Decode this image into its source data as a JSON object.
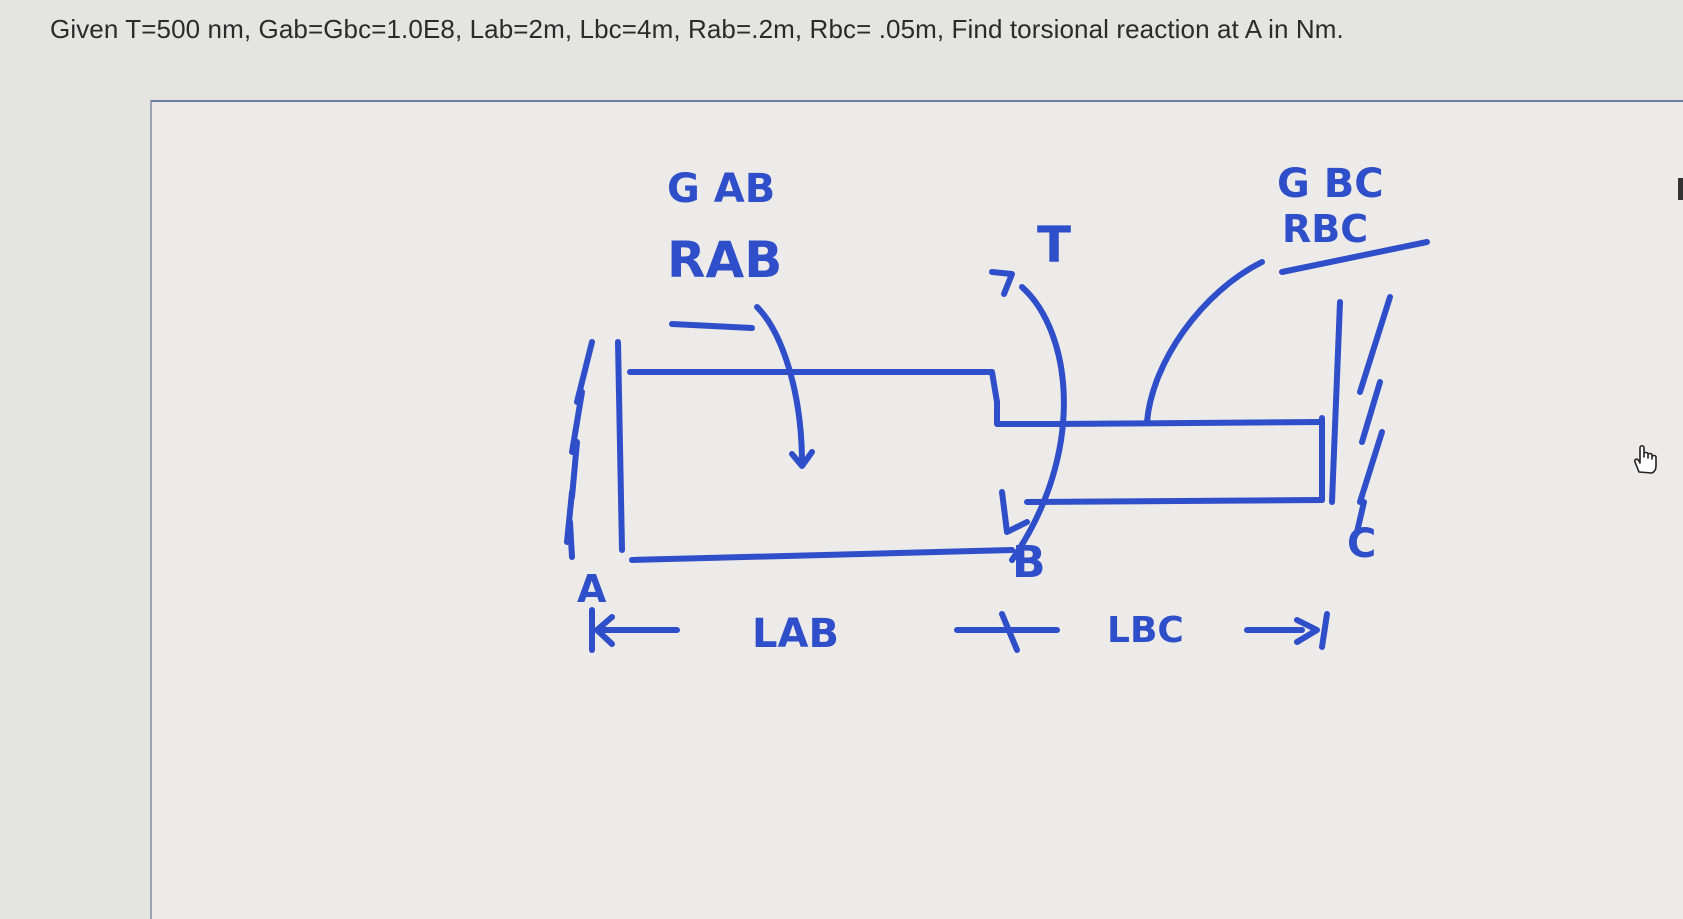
{
  "question": {
    "text": "Given T=500 nm, Gab=Gbc=1.0E8, Lab=2m, Lbc=4m, Rab=.2m, Rbc= .05m, Find torsional reaction at A in Nm."
  },
  "sketch": {
    "ink_color": "#2f4ec9",
    "labels": {
      "g_ab": "G AB",
      "r_ab": "RAB",
      "torque": "T",
      "g_bc": "G BC",
      "r_bc": "RBC",
      "point_a": "A",
      "point_b": "B",
      "point_c": "C",
      "l_ab": "LAB",
      "l_bc": "LBC"
    }
  },
  "cursor": {
    "icon": "pointing-hand-icon"
  }
}
